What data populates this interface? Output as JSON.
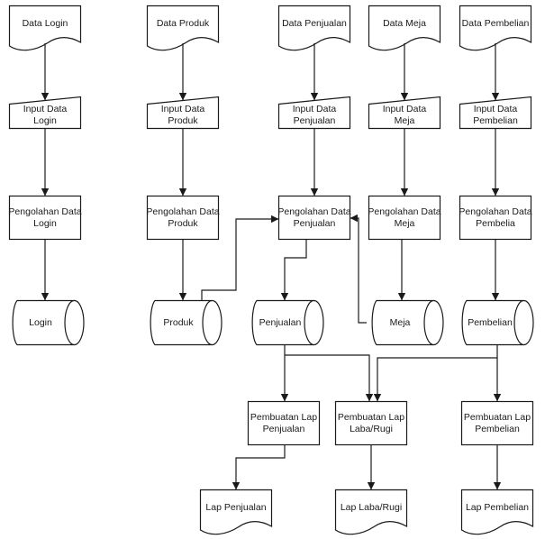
{
  "diagram": {
    "kind": "flowchart",
    "colors": {
      "background": "#ffffff",
      "stroke": "#1a1a1a",
      "text": "#1a1a1a"
    },
    "columns": [
      {
        "source": "Data Login",
        "input": "Input Data\nLogin",
        "process": "Pengolahan Data\nLogin",
        "store": "Login"
      },
      {
        "source": "Data Produk",
        "input": "Input Data\nProduk",
        "process": "Pengolahan Data\nProduk",
        "store": "Produk"
      },
      {
        "source": "Data Penjualan",
        "input": "Input Data\nPenjualan",
        "process": "Pengolahan Data\nPenjualan",
        "store": "Penjualan"
      },
      {
        "source": "Data Meja",
        "input": "Input Data\nMeja",
        "process": "Pengolahan Data\nMeja",
        "store": "Meja"
      },
      {
        "source": "Data Pembelian",
        "input": "Input Data\nPembelian",
        "process": "Pengolahan Data\nPembelia",
        "store": "Pembelian"
      }
    ],
    "reports": [
      {
        "process": "Pembuatan Lap\nPenjualan",
        "output": "Lap Penjualan"
      },
      {
        "process": "Pembuatan Lap\nLaba/Rugi",
        "output": "Lap Laba/Rugi"
      },
      {
        "process": "Pembuatan Lap\nPembelian",
        "output": "Lap Pembelian"
      }
    ]
  }
}
